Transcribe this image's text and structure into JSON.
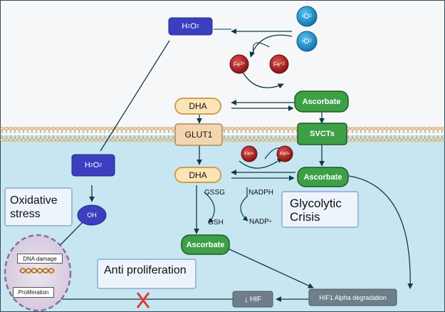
{
  "top_h2o2": {
    "pre": "H",
    "sub1": "2",
    "mid": "O",
    "sub2": "2"
  },
  "superoxide_1": {
    "charge": "•",
    "pre": "O",
    "sub": "2"
  },
  "superoxide_2": {
    "charge": "•",
    "pre": "O",
    "sub": "2"
  },
  "iron": {
    "fe3_symbol": "Fe",
    "fe3_charge": "3+",
    "fe2_symbol": "Fe",
    "fe2_charge": "+2"
  },
  "iron_inside": {
    "fe3_symbol": "Fe",
    "fe3_charge": "3+",
    "fe2_symbol": "Fe",
    "fe2_charge": "2+"
  },
  "dha_outside": "DHA",
  "ascorbate_outside": "Ascorbate",
  "glut1": "GLUT1",
  "svcts": "SVCTs",
  "h2o2_inside": {
    "pre": "H",
    "sub1": "2",
    "mid": "O",
    "sub2": "2"
  },
  "hydroxyl": "OH",
  "dha_inside": "DHA",
  "ascorbate_inside": "Ascorbate",
  "ascorbate_bottom": "Ascorbate",
  "redox": {
    "gssg": "GSSG",
    "gsh": "GSH",
    "nadph": "NADPH",
    "nadp": "NADP",
    "nadp_sup": "+"
  },
  "oxidative_stress": {
    "line1": "Oxidative",
    "line2": "stress"
  },
  "glycolytic_crisis": {
    "line1": "Glycolytic",
    "line2": "Crisis"
  },
  "anti_proliferation": "Anti proliferation",
  "nucleus": {
    "dna_damage": "DNA damage",
    "proliferation": "Proliferation"
  },
  "hif1_degradation": "HIF1 Alpha degradation",
  "hif": {
    "arrow": "↓",
    "label": "HIF"
  },
  "colors": {
    "cell_interior": "#c7e6f1",
    "membrane_head": "#f0d29e",
    "navy_node": "#3b3fbf",
    "green_node": "#3d9f46",
    "iron_red": "#aa1f1f",
    "superoxide_blue": "#1e93cf",
    "inhibit_x": "#e53935",
    "hif_grey": "#6f7f8a"
  }
}
